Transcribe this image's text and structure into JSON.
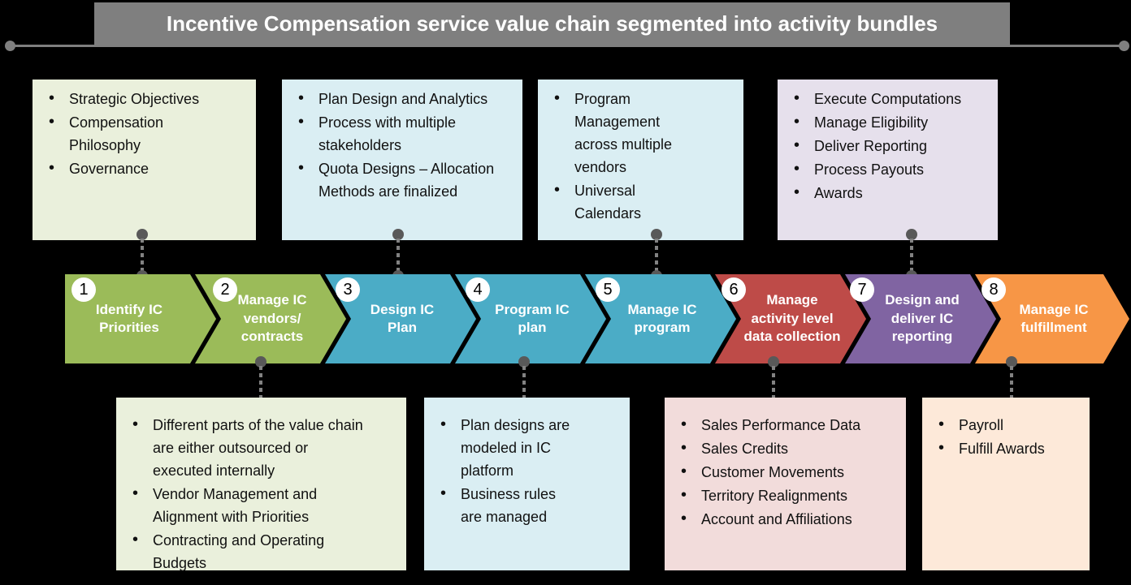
{
  "title": "Incentive Compensation service value chain segmented into activity bundles",
  "colors": {
    "background": "#000000",
    "title_bar": "#7F7F7F",
    "title_text": "#FFFFFF",
    "connector_line": "#828282",
    "connector_dot": "#595959",
    "chevron_green": "#9BBB59",
    "chevron_teal": "#4BACC6",
    "chevron_red": "#BE4B48",
    "chevron_purple": "#8064A2",
    "chevron_orange": "#F79646",
    "box_light_green": "#EAF0DC",
    "box_light_blue": "#DAEEF3",
    "box_lavender": "#E6E0EC",
    "box_pink": "#F2DCDB",
    "box_peach": "#FDE9D9"
  },
  "chevrons": [
    {
      "number": "1",
      "label": "Identify IC Priorities"
    },
    {
      "number": "2",
      "label": "Manage IC vendors/ contracts"
    },
    {
      "number": "3",
      "label": "Design IC Plan"
    },
    {
      "number": "4",
      "label": "Program IC plan"
    },
    {
      "number": "5",
      "label": "Manage IC program"
    },
    {
      "number": "6",
      "label": "Manage activity level data collection"
    },
    {
      "number": "7",
      "label": "Design and deliver IC reporting"
    },
    {
      "number": "8",
      "label": "Manage IC fulfillment"
    }
  ],
  "top_boxes": [
    {
      "items": [
        "Strategic Objectives",
        "Compensation Philosophy",
        "Governance"
      ]
    },
    {
      "items": [
        "Plan Design and Analytics",
        "Process with multiple stakeholders",
        "Quota Designs – Allocation Methods are finalized"
      ]
    },
    {
      "items": [
        "Program Management across multiple vendors",
        "Universal Calendars"
      ]
    },
    {
      "items": [
        "Execute Computations",
        "Manage Eligibility",
        "Deliver Reporting",
        "Process Payouts",
        "Awards"
      ]
    }
  ],
  "bottom_boxes": [
    {
      "items": [
        "Different parts of the value chain are either outsourced or executed internally",
        "Vendor Management and Alignment with Priorities",
        "Contracting and Operating Budgets"
      ]
    },
    {
      "items": [
        "Plan designs are modeled in IC platform",
        "Business rules are managed"
      ]
    },
    {
      "items": [
        "Sales Performance Data",
        "Sales Credits",
        "Customer Movements",
        "Territory Realignments",
        "Account and Affiliations"
      ]
    },
    {
      "items": [
        "Payroll",
        "Fulfill Awards"
      ]
    }
  ]
}
